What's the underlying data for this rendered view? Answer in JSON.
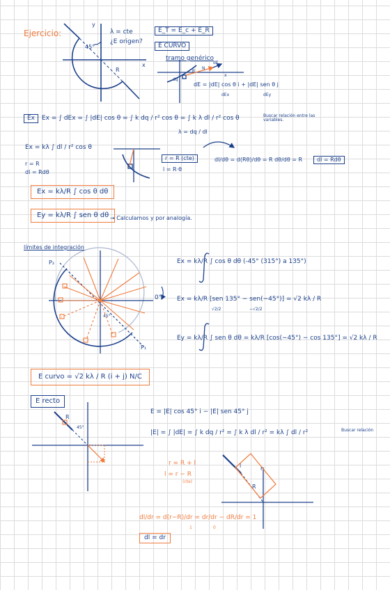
{
  "title": "Ejercicio:",
  "fig1": {
    "y_axis": "y",
    "x_axis": "x",
    "angle": "45°",
    "radius": "R",
    "lambda_note": "λ = cte",
    "origin_question": "¿E origen?"
  },
  "field_sum": "E_T = E_c + E_R",
  "curve_label": "E CURVO",
  "generic_section": {
    "title": "tramo genérico",
    "labels": {
      "N": "N",
      "x": "x",
      "dE": "dE",
      "dq": "dq",
      "theta": "θ"
    },
    "dE_expr": "dE = |dE| cos θ i + |dE| sen θ j",
    "dEx": "dEx",
    "dEy": "dEy"
  },
  "ex_section": {
    "tag": "Ex",
    "formula": "Ex = ∫ dEx = ∫ |dE| cos θ = ∫ k dq / r² cos θ = ∫ k λ dl / r² cos θ",
    "lambda_def": "λ = dq / dl",
    "note": "Buscar relación entre las variables.",
    "ex_kl": "Ex = kλ ∫ dl / r² cos θ",
    "r_eq_R": "r = R",
    "dl_eq": "dl = Rdθ",
    "circle_r": "r = R (cte)",
    "l_eq": "l = R·θ",
    "deriv": "dl/dθ = d(Rθ)/dθ = R dθ/dθ = R",
    "result_box": "dl = Rdθ",
    "ex_box": "Ex = kλ/R ∫ cos θ dθ",
    "ey_box": "Ey = kλ/R ∫ sen θ dθ",
    "analogy": "→ Calculamos y por analogía."
  },
  "limits": {
    "title": "límites de integración",
    "p1": "P₁",
    "p2": "P₂",
    "angle_0": "0°",
    "angle_45": "45°",
    "ex_integral": "Ex = kλ/R ∫ cos θ dθ  (-45° (315°) a 135°)",
    "ex_eval": "Ex = kλ/R [sen 135° − sen(−45°)] = √2 kλ / R",
    "ey_eval": "Ey = kλ/R ∫ sen θ dθ = kλ/R [cos(−45°) − cos 135°] = √2 kλ / R",
    "sqrt2_over_2": "√2/2",
    "minus_sqrt2_over_2": "−√2/2"
  },
  "curve_result": "E curvo = √2 kλ / R (i + j)  N/C",
  "straight": {
    "tag": "E recto",
    "angle": "45°",
    "R": "R",
    "E_expr": "E = |E| cos 45° i − |E| sen 45° j",
    "modulus": "|E| = ∫ |dE| = ∫ k dq / r² = ∫ k λ dl / r² = kλ ∫ dl / r²",
    "note": "Buscar relación",
    "r_eq": "r = R + l",
    "l_eq": "l = r − R",
    "cte": "(cte)",
    "deriv": "dl/dr = d(r−R)/dr = dr/dr − dR/dr = 1",
    "one": "1",
    "zero": "0",
    "result": "dl = dr",
    "fig_l": "l",
    "fig_r": "r",
    "fig_R": "R"
  }
}
